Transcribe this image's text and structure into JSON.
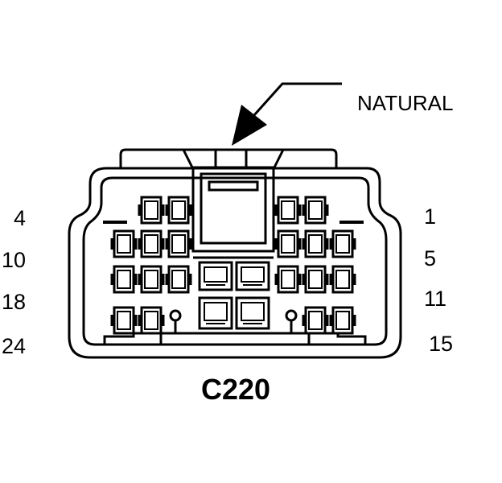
{
  "connector": {
    "id": "C220",
    "color_callout": "NATURAL"
  },
  "pin_labels": {
    "left": [
      "4",
      "10",
      "18",
      "24"
    ],
    "right": [
      "1",
      "5",
      "11",
      "15"
    ]
  },
  "colors": {
    "ink": "#000000",
    "paper": "#ffffff"
  }
}
